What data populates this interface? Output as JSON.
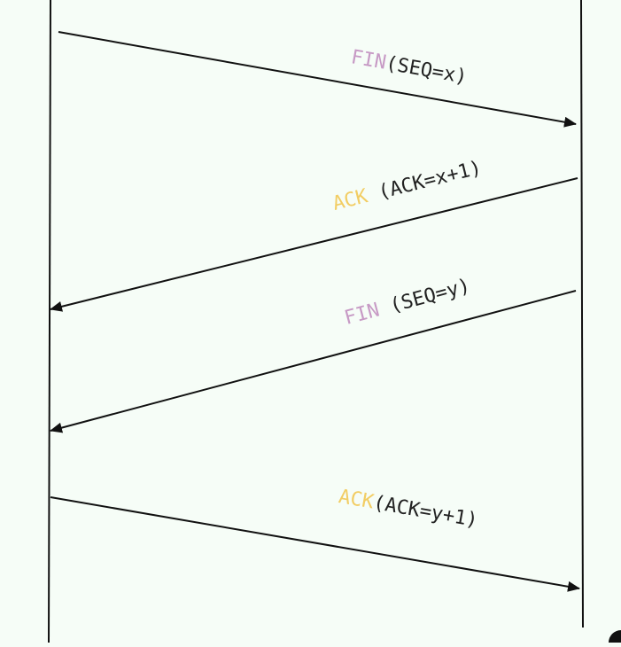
{
  "colors": {
    "background": "#f6fdf7",
    "line": "#111111",
    "fin": "#c79ac5",
    "ack": "#f2cd63",
    "params": "#222222"
  },
  "messages": [
    {
      "keyword": "FIN",
      "keyword_color": "fin",
      "params": "(SEQ=x)",
      "direction": "left-to-right"
    },
    {
      "keyword": "ACK",
      "keyword_color": "ack",
      "params": " (ACK=x+1)",
      "direction": "right-to-left"
    },
    {
      "keyword": "FIN",
      "keyword_color": "fin",
      "params": " (SEQ=y)",
      "direction": "right-to-left"
    },
    {
      "keyword": "ACK",
      "keyword_color": "ack",
      "params": "(ACK=y+1)",
      "direction": "left-to-right"
    }
  ]
}
